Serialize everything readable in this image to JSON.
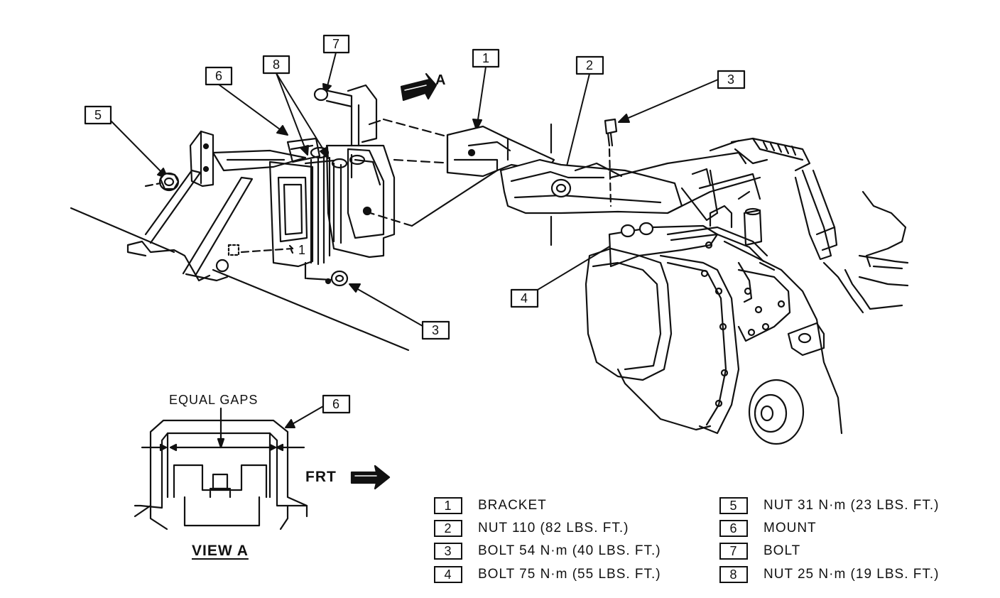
{
  "callouts": {
    "c1": "1",
    "c2": "2",
    "c3_top": "3",
    "c3_bottom": "3",
    "c4": "4",
    "c5": "5",
    "c6": "6",
    "c6_view": "6",
    "c7": "7",
    "c8": "8",
    "c1_inline": "1"
  },
  "view": {
    "title": "VIEW A",
    "gap_label": "EQUAL GAPS",
    "front_label": "FRT",
    "arrow_label": "A"
  },
  "legend": [
    {
      "num": "1",
      "text": "BRACKET"
    },
    {
      "num": "2",
      "text": "NUT 110 (82 LBS. FT.)"
    },
    {
      "num": "3",
      "text": "BOLT 54 N·m (40 LBS. FT.)"
    },
    {
      "num": "4",
      "text": "BOLT 75 N·m (55 LBS. FT.)"
    },
    {
      "num": "5",
      "text": "NUT 31 N·m (23 LBS. FT.)"
    },
    {
      "num": "6",
      "text": "MOUNT"
    },
    {
      "num": "7",
      "text": "BOLT"
    },
    {
      "num": "8",
      "text": "NUT 25 N·m (19 LBS. FT.)"
    }
  ]
}
